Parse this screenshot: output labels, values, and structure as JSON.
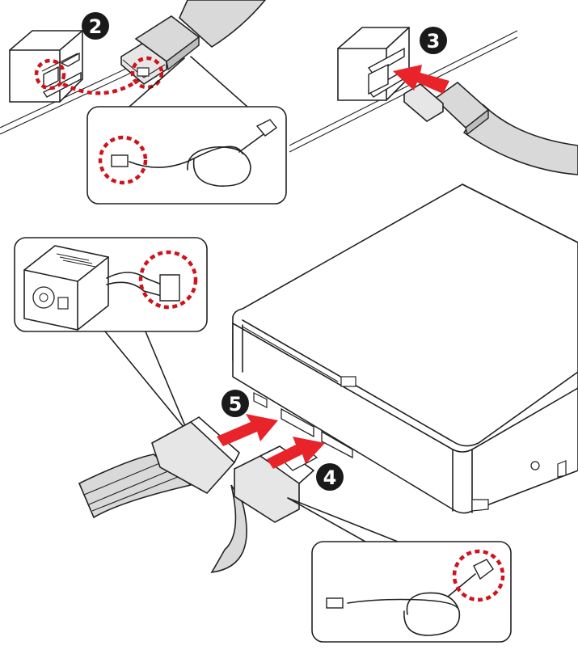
{
  "steps": [
    {
      "label": "2"
    },
    {
      "label": "3"
    },
    {
      "label": "4"
    },
    {
      "label": "5"
    }
  ],
  "colors": {
    "badge": "#1a1a1a",
    "arrow": "#e8242a",
    "highlight": "#d0121b",
    "cable": "#d9d9d9",
    "outline": "#222222"
  },
  "callouts": [
    {
      "name": "sata-cable-callout",
      "icon": "sata-data-cable-icon"
    },
    {
      "name": "psu-callout",
      "icon": "power-supply-icon"
    },
    {
      "name": "sata-cable-end-callout",
      "icon": "sata-data-cable-icon"
    }
  ]
}
